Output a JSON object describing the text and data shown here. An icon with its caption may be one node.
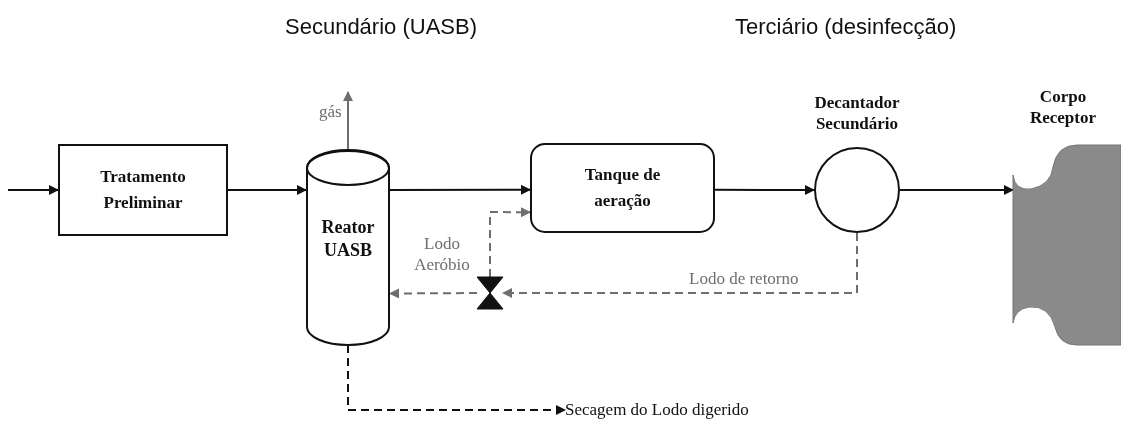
{
  "diagram": {
    "nodes": [
      {
        "text": [
          "Tratamento Preliminar"
        ]
      },
      {
        "text": [
          "Reator UASB"
        ]
      },
      {
        "text": [
          "Tanque de aeração"
        ]
      },
      {
        "text": [
          "Decantador Secundário"
        ]
      },
      {
        "text": [
          "Corpo Receptor"
        ]
      },
      {
        "text": [],
        "shape": "valve"
      },
      {
        "text": [
          "Secagem do Lodo digerido"
        ]
      }
    ],
    "edges": [
      {
        "from": null,
        "to": 0,
        "arrow": "to"
      },
      {
        "from": 0,
        "to": 1,
        "arrow": "to"
      },
      {
        "from": 1,
        "to": 2,
        "arrow": "to"
      },
      {
        "from": 2,
        "to": 3,
        "arrow": "to"
      },
      {
        "from": 3,
        "to": 4,
        "arrow": "to"
      },
      {
        "from": 1,
        "to": null,
        "arrow": "to",
        "label": "gás",
        "color": "#6e6e6e"
      },
      {
        "from": 3,
        "to": 5,
        "arrow": "to",
        "label": "Lodo de retorno",
        "style": "dashed",
        "color": "#6e6e6e"
      },
      {
        "from": 5,
        "to": 1,
        "arrow": "to",
        "style": "dashed",
        "color": "#6e6e6e"
      },
      {
        "from": 5,
        "to": 2,
        "arrow": "to",
        "label": "Lodo Aeróbio",
        "style": "dashed",
        "color": "#6e6e6e"
      },
      {
        "from": 1,
        "to": 6,
        "arrow": "to",
        "style": "dashed"
      }
    ],
    "labels": [
      "Secundário (UASB)",
      "Terciário (desinfecção)"
    ]
  }
}
